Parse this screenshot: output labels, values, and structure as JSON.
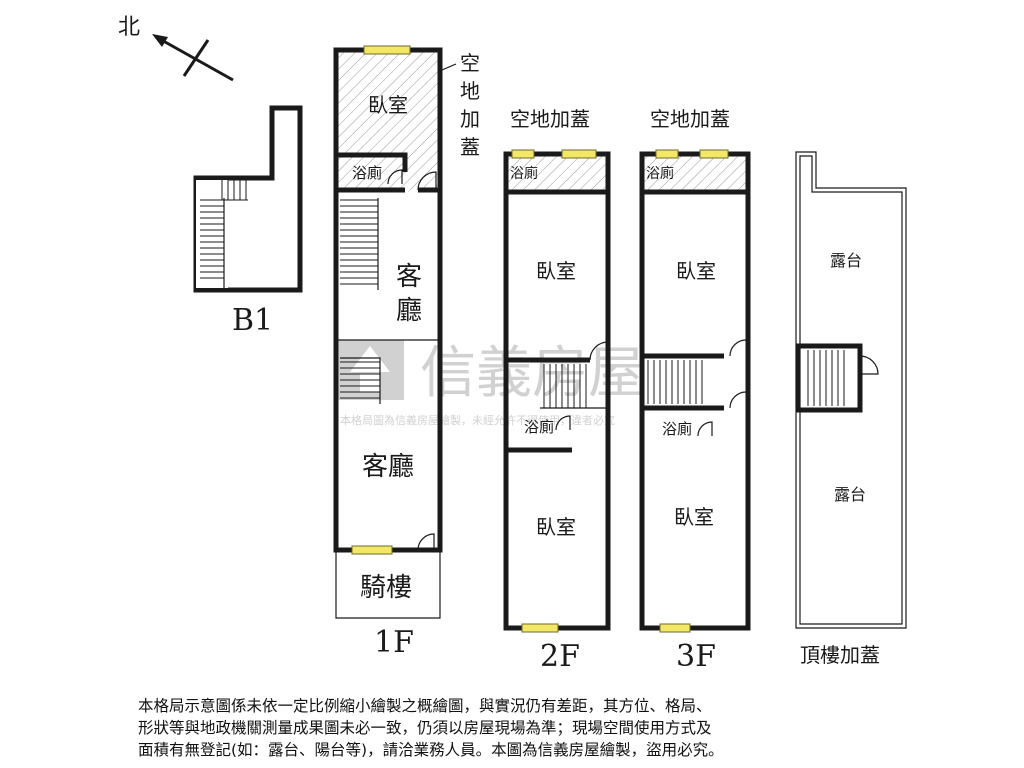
{
  "compass": {
    "label": "北"
  },
  "watermark": {
    "brand": "信義房屋",
    "notice": "本格局圖為信義房屋繪製，未經允許不得使用，違者必究"
  },
  "floors": {
    "b1": {
      "label": "B1"
    },
    "f1": {
      "label": "1F",
      "rooms": {
        "bedroom": "臥室",
        "bath": "浴廁",
        "living_upper": "客\n廳",
        "living_lower": "客廳",
        "arcade": "騎樓"
      },
      "annex_label": "空\n地\n加\n蓋"
    },
    "f2": {
      "label": "2F",
      "annex_label": "空地加蓋",
      "rooms": {
        "bath_top": "浴廁",
        "bedroom_top": "臥室",
        "bath_mid": "浴廁",
        "bedroom_bottom": "臥室"
      }
    },
    "f3": {
      "label": "3F",
      "annex_label": "空地加蓋",
      "rooms": {
        "bath_top": "浴廁",
        "bedroom_top": "臥室",
        "bath_mid": "浴廁",
        "bedroom_bottom": "臥室"
      }
    },
    "roof": {
      "label": "頂樓加蓋",
      "rooms": {
        "terrace_top": "露台",
        "terrace_bottom": "露台"
      }
    }
  },
  "disclaimer": {
    "lines": [
      "本格局示意圖係未依一定比例縮小繪製之概繪圖，與實況仍有差距，其方位、格局、",
      "形狀等與地政機關測量成果圖未必一致，仍須以房屋現場為準；現場空間使用方式及",
      "面積有無登記(如：露台、陽台等)，請洽業務人員。本圖為信義房屋繪製，盜用必究。"
    ]
  },
  "colors": {
    "wall": "#1a1a1a",
    "window": "#f3e866",
    "hatch": "#9a9a9a",
    "watermark": "#c9c9c9"
  }
}
